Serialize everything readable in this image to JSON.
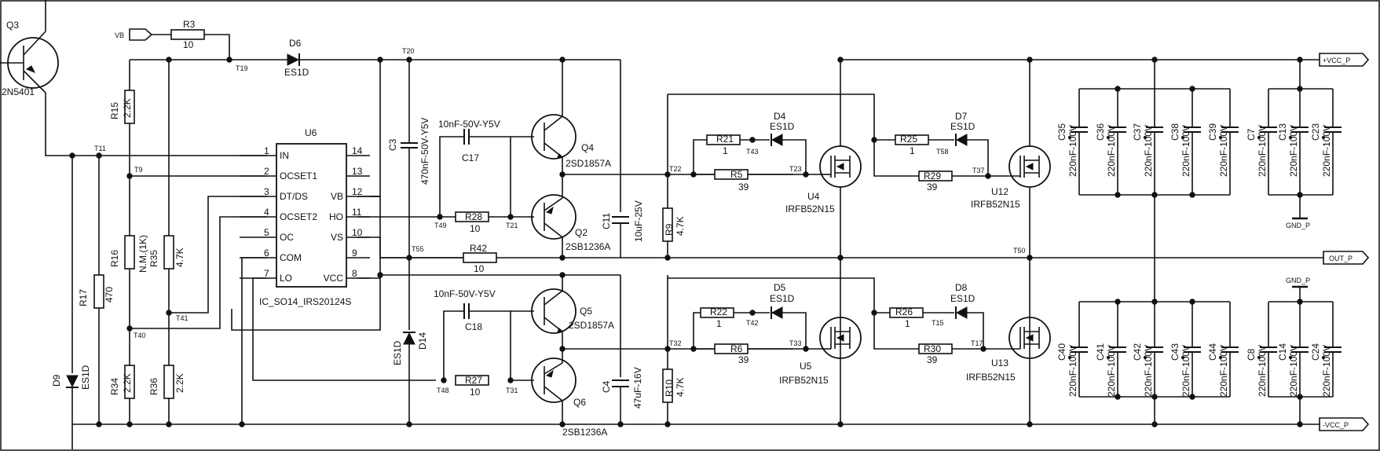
{
  "ports": {
    "vb": "VB",
    "vcc_p": "+VCC_P",
    "out_p": "OUT_P",
    "neg_vcc_p": "-VCC_P",
    "gnd_top": "GND_P",
    "gnd_bot": "GND_P"
  },
  "ic": {
    "ref": "U6",
    "name": "IC_SO14_IRS20124S",
    "left_pins": [
      {
        "num": "1",
        "name": "IN"
      },
      {
        "num": "2",
        "name": "OCSET1"
      },
      {
        "num": "3",
        "name": "DT/DS"
      },
      {
        "num": "4",
        "name": "OCSET2"
      },
      {
        "num": "5",
        "name": "OC"
      },
      {
        "num": "6",
        "name": "COM"
      },
      {
        "num": "7",
        "name": "LO"
      }
    ],
    "right_pins": [
      {
        "num": "14",
        "name": ""
      },
      {
        "num": "13",
        "name": ""
      },
      {
        "num": "12",
        "name": "VB"
      },
      {
        "num": "11",
        "name": "HO"
      },
      {
        "num": "10",
        "name": "VS"
      },
      {
        "num": "9",
        "name": ""
      },
      {
        "num": "8",
        "name": "VCC"
      }
    ]
  },
  "transistors": {
    "q3": {
      "ref": "Q3",
      "part": "2N5401"
    },
    "q4": {
      "ref": "Q4",
      "part": "2SD1857A"
    },
    "q2": {
      "ref": "Q2",
      "part": "2SB1236A"
    },
    "q5": {
      "ref": "Q5",
      "part": "2SD1857A"
    },
    "q6": {
      "ref": "Q6",
      "part": "2SB1236A"
    },
    "u4": {
      "ref": "U4",
      "part": "IRFB52N15"
    },
    "u12": {
      "ref": "U12",
      "part": "IRFB52N15"
    },
    "u5": {
      "ref": "U5",
      "part": "IRFB52N15"
    },
    "u13": {
      "ref": "U13",
      "part": "IRFB52N15"
    }
  },
  "resistors": {
    "r3": {
      "ref": "R3",
      "val": "10"
    },
    "r15": {
      "ref": "R15",
      "val": "2.2K"
    },
    "r16": {
      "ref": "R16",
      "val": "N.M.(1K)"
    },
    "r34": {
      "ref": "R34",
      "val": "2.2K"
    },
    "r35": {
      "ref": "R35",
      "val": "4.7K"
    },
    "r36": {
      "ref": "R36",
      "val": "2.2K"
    },
    "r17": {
      "ref": "R17",
      "val": "470"
    },
    "r28": {
      "ref": "R28",
      "val": "10"
    },
    "r42": {
      "ref": "R42",
      "val": "10"
    },
    "r27": {
      "ref": "R27",
      "val": "10"
    },
    "r9": {
      "ref": "R9",
      "val": "4.7K"
    },
    "r10": {
      "ref": "R10",
      "val": "4.7K"
    },
    "r21": {
      "ref": "R21",
      "val": "1"
    },
    "r5": {
      "ref": "R5",
      "val": "39"
    },
    "r22": {
      "ref": "R22",
      "val": "1"
    },
    "r6": {
      "ref": "R6",
      "val": "39"
    },
    "r25": {
      "ref": "R25",
      "val": "1"
    },
    "r29": {
      "ref": "R29",
      "val": "39"
    },
    "r26": {
      "ref": "R26",
      "val": "1"
    },
    "r30": {
      "ref": "R30",
      "val": "39"
    }
  },
  "diodes": {
    "d6": {
      "ref": "D6",
      "part": "ES1D"
    },
    "d9": {
      "ref": "D9",
      "part": "ES1D"
    },
    "d14": {
      "ref": "D14",
      "part": "ES1D"
    },
    "d4": {
      "ref": "D4",
      "part": "ES1D"
    },
    "d5": {
      "ref": "D5",
      "part": "ES1D"
    },
    "d7": {
      "ref": "D7",
      "part": "ES1D"
    },
    "d8": {
      "ref": "D8",
      "part": "ES1D"
    }
  },
  "capacitors": {
    "c3": {
      "ref": "C3",
      "val": "470nF-50V-Y5V"
    },
    "c17": {
      "ref": "C17",
      "val": "10nF-50V-Y5V"
    },
    "c18": {
      "ref": "C18",
      "val": "10nF-50V-Y5V"
    },
    "c11": {
      "ref": "C11",
      "val": "10uF-25V"
    },
    "c4": {
      "ref": "C4",
      "val": "47uF-16V"
    },
    "bank_top": [
      {
        "ref": "C35",
        "val": "220nF-100V"
      },
      {
        "ref": "C36",
        "val": "220nF-100V"
      },
      {
        "ref": "C37",
        "val": "220nF-100V"
      },
      {
        "ref": "C38",
        "val": "220nF-100V"
      },
      {
        "ref": "C39",
        "val": "220nF-100V"
      },
      {
        "ref": "C7",
        "val": "220nF-100V"
      },
      {
        "ref": "C13",
        "val": "220nF-100V"
      },
      {
        "ref": "C23",
        "val": "220nF-100V"
      }
    ],
    "bank_bot": [
      {
        "ref": "C40",
        "val": "220nF-100V"
      },
      {
        "ref": "C41",
        "val": "220nF-100V"
      },
      {
        "ref": "C42",
        "val": "220nF-100V"
      },
      {
        "ref": "C43",
        "val": "220nF-100V"
      },
      {
        "ref": "C44",
        "val": "220nF-100V"
      },
      {
        "ref": "C8",
        "val": "220nF-100V"
      },
      {
        "ref": "C14",
        "val": "220nF-100V"
      },
      {
        "ref": "C24",
        "val": "220nF-100V"
      }
    ]
  },
  "test_points": {
    "t19": "T19",
    "t20": "T20",
    "t11": "T11",
    "t9": "T9",
    "t40": "T40",
    "t41": "T41",
    "t49": "T49",
    "t21": "T21",
    "t55": "T55",
    "t48": "T48",
    "t31": "T31",
    "t22": "T22",
    "t43": "T43",
    "t23": "T23",
    "t32": "T32",
    "t42": "T42",
    "t33": "T33",
    "t58": "T58",
    "t37": "T37",
    "t15": "T15",
    "t17": "T17",
    "t50": "T50"
  }
}
